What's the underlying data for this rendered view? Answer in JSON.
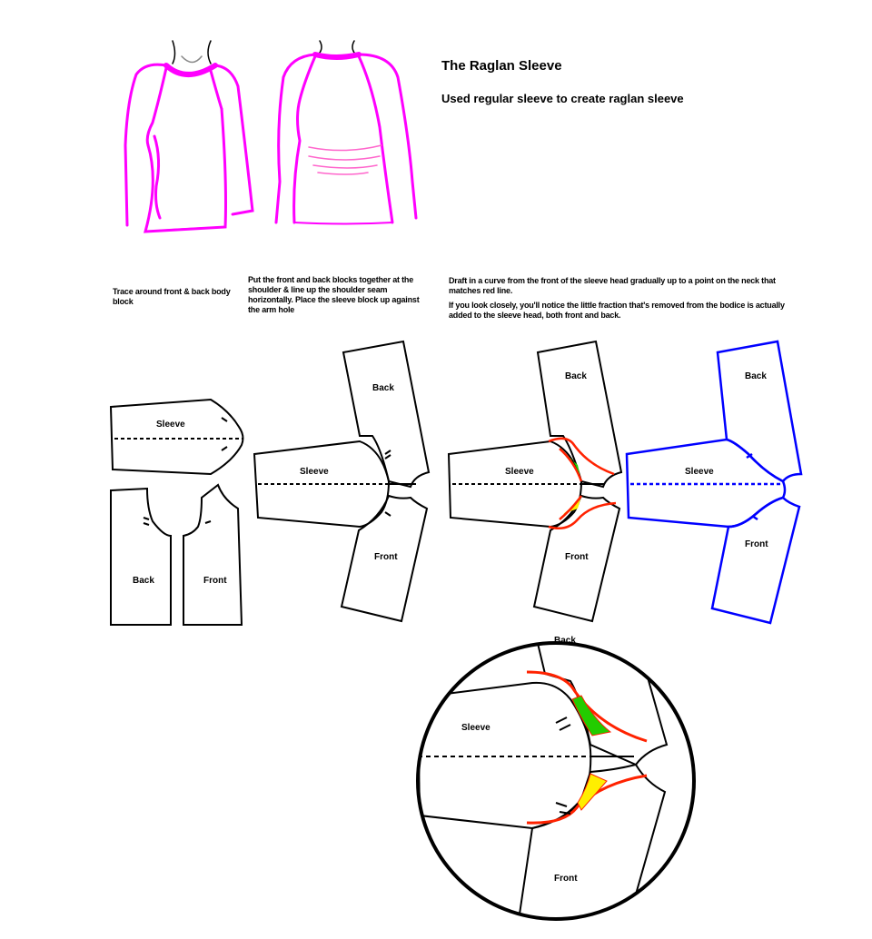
{
  "title": "The Raglan Sleeve",
  "subtitle": "Used regular sleeve to create raglan sleeve",
  "steps": {
    "step1": "Trace around front & back body block",
    "step2": "Put the front and back blocks together at the shoulder & line up the shoulder seam horizontally. Place the sleeve block up against the arm hole",
    "step3a": "Draft in a curve from the front of the sleeve head gradually up to a point on the neck that matches red line.",
    "step3b": "If you look closely, you'll notice the little fraction that's removed from the bodice is actually added to the sleeve head, both front and back."
  },
  "labels": {
    "sleeve": "Sleeve",
    "back": "Back",
    "front": "Front"
  },
  "colors": {
    "sketch": "#ff00ff",
    "sketch_detail": "#ff66cc",
    "outline": "#000000",
    "raglan_line": "#ff2200",
    "removed_back": "#22cc00",
    "removed_front": "#ffee00",
    "final_pattern": "#0000ff"
  }
}
